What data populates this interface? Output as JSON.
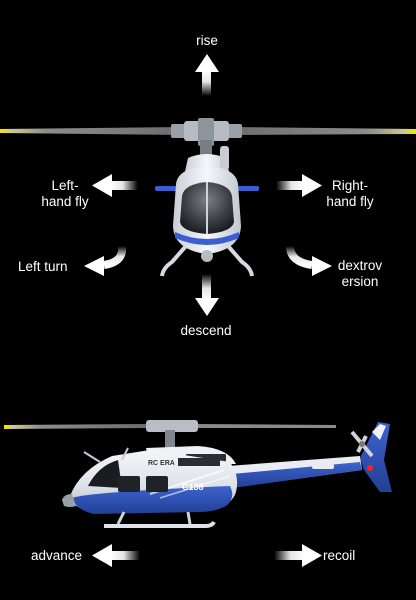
{
  "controls_front_view": {
    "rise": "rise",
    "left_hand_fly": [
      "Left-",
      "hand fly"
    ],
    "right_hand_fly": [
      "Right-",
      "hand fly"
    ],
    "left_turn": "Left turn",
    "dextroversion": [
      "dextrov",
      "ersion"
    ],
    "descend": "descend"
  },
  "controls_side_view": {
    "advance": "advance",
    "recoil": "recoil"
  },
  "helicopter_markings": {
    "brand": "RC ERA",
    "model": "C138"
  },
  "colors": {
    "background": "#000000",
    "body_white": "#e9edf3",
    "body_blue": "#2f52b8",
    "rotor_tip": "#f2e600",
    "arrow": "#ffffff"
  },
  "icons": [
    "arrow-up-icon",
    "arrow-down-icon",
    "arrow-left-icon",
    "arrow-right-icon",
    "curved-arrow-left-icon",
    "curved-arrow-right-icon"
  ]
}
